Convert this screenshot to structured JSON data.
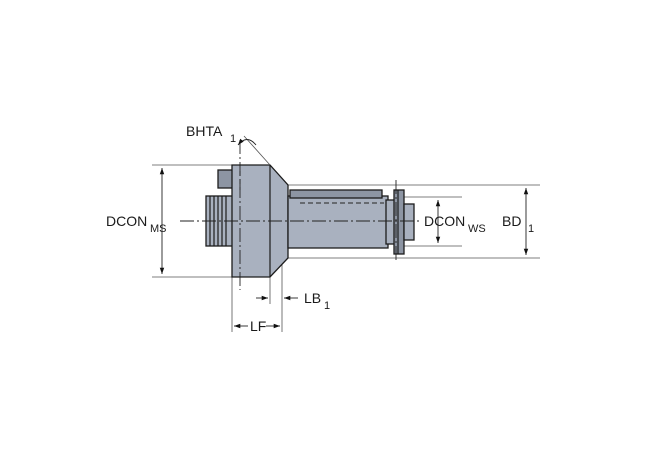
{
  "labels": {
    "bhta": {
      "main": "BHTA",
      "sub": "1"
    },
    "dcon_ms": {
      "main": "DCON",
      "sub": "MS"
    },
    "dcon_ws": {
      "main": "DCON",
      "sub": "WS"
    },
    "bd": {
      "main": "BD",
      "sub": "1"
    },
    "lb": {
      "main": "LB",
      "sub": "1"
    },
    "lf": {
      "main": "LF",
      "sub": ""
    }
  },
  "colors": {
    "body": "#a9b1bf",
    "body_dark": "#8d95a3",
    "line": "#1c1c1c",
    "background": "#ffffff"
  }
}
